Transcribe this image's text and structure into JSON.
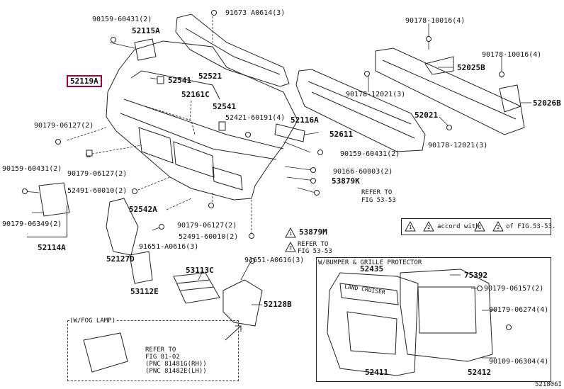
{
  "highlight_part": "52119A",
  "labels": {
    "l90159_60431_a": "90159-60431(2)",
    "l52115A": "52115A",
    "l91673": "91673 A0614(3)",
    "l52521": "52521",
    "l90178_10016_a": "90178-10016(4)",
    "l90178_10016_b": "90178-10016(4)",
    "l52025B": "52025B",
    "l52541_a": "52541",
    "l52161C": "52161C",
    "l90178_12021_a": "90178-12021(3)",
    "l52021": "52021",
    "l52026B": "52026B",
    "l52541_b": "52541",
    "l52421": "52421-60191(4)",
    "l52116A": "52116A",
    "l52611": "52611",
    "l90179_06127_a": "90179-06127(2)",
    "l90178_12021_b": "90178-12021(3)",
    "l90159_60431_b": "90159-60431(2)",
    "l90159_60431_c": "90159-60431(2)",
    "l90179_06127_b": "90179-06127(2)",
    "l90166": "90166-60003(2)",
    "l53879K": "53879K",
    "l52491_a": "52491-60010(2)",
    "l52542A": "52542A",
    "l90179_06349": "90179-06349(2)",
    "l90179_06127_c": "90179-06127(2)",
    "l52491_b": "52491-60010(2)",
    "l52114A": "52114A",
    "l91651_a": "91651-A0616(3)",
    "l53879M": "53879M",
    "l52127D": "52127D",
    "l91651_b": "91651-A0616(3)",
    "l53113C": "53113C",
    "l53112E": "53112E",
    "l52128B": "52128B",
    "l52435": "52435",
    "l75392": "75392",
    "l90179_06157": "90179-06157(2)",
    "l90179_06274": "90179-06274(4)",
    "l90109_06304": "90109-06304(4)",
    "l52411": "52411",
    "l52412": "52412",
    "ref1_a": "REFER TO",
    "ref1_b": "FIG 53-53",
    "ref2_a": "REFER TO",
    "ref2_b": "FIG 53-53",
    "ref3_a": "REFER TO",
    "ref3_b": "FIG 81-02",
    "ref3_c": "(PNC 81481G(RH))",
    "ref3_d": "(PNC 81482E(LH))",
    "accord": "accord with",
    "accord_fig": "of FIG.53-53.",
    "tri1": "1",
    "tri2": "2",
    "bumper_title": "W/BUMPER & GRILLE PROTECTOR",
    "foglamp_title": "(W/FOG LAMP)",
    "emblem_text": "LAND CRUISER",
    "figure_code": "521806I"
  }
}
